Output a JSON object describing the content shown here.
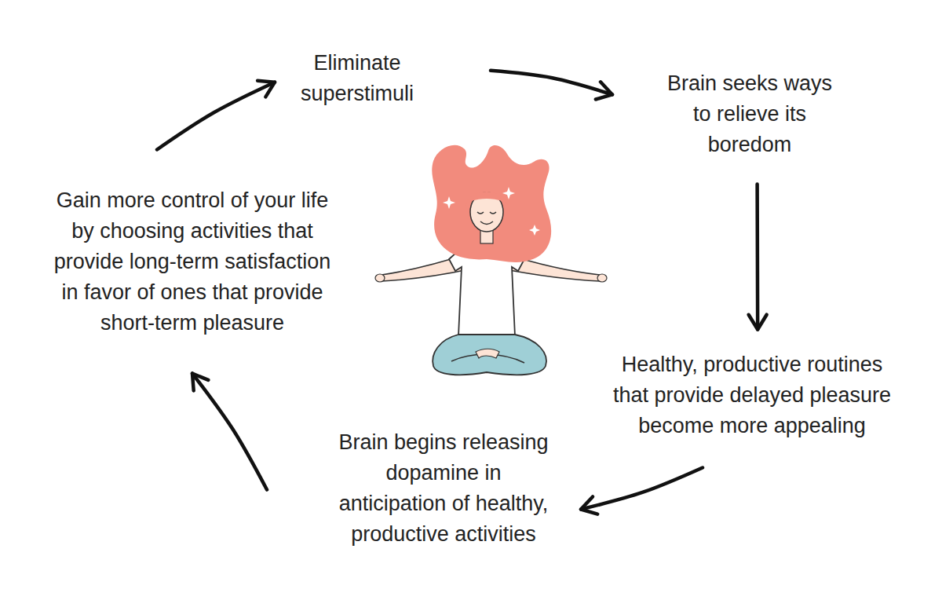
{
  "diagram": {
    "nodes": [
      {
        "text": [
          "Eliminate superstimuli"
        ]
      },
      {
        "text": [
          "Brain seeks ways to relieve its boredom"
        ]
      },
      {
        "text": [
          "Healthy, productive routines that provide delayed pleasure become more appealing"
        ]
      },
      {
        "text": [
          "Brain begins releasing dopamine in anticipation of healthy, productive activities"
        ]
      },
      {
        "text": [
          "Gain more control of your life by choosing activities that provide long-term satisfaction in favor of ones that provide short-term pleasure"
        ]
      }
    ],
    "edges": [
      {
        "from": 0,
        "to": 1,
        "arrow": "to"
      },
      {
        "from": 1,
        "to": 2,
        "arrow": "to"
      },
      {
        "from": 2,
        "to": 3,
        "arrow": "to"
      },
      {
        "from": 3,
        "to": 4,
        "arrow": "to"
      },
      {
        "from": 4,
        "to": 0,
        "arrow": "to"
      }
    ]
  }
}
